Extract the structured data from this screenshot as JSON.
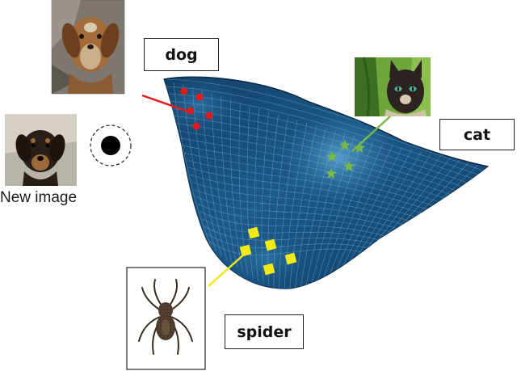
{
  "labels": {
    "dog": "dog",
    "cat": "cat",
    "spider": "spider",
    "new_image": "New image"
  },
  "colors": {
    "surface_dark": "#0d3a60",
    "surface_mid": "#1d5f8e",
    "surface_light": "#3f8dbe",
    "grid": "#8fc2e2",
    "dog_points": "#e41a1c",
    "cat_points": "#76b84a",
    "spider_points": "#f2ea12",
    "new_point": "#000000"
  },
  "icons": {
    "dog_photo": "dog-photo-icon",
    "cat_photo": "cat-photo-icon",
    "spider_photo": "spider-photo-icon",
    "puppy_photo": "puppy-photo-icon",
    "new_point": "target-dot-icon"
  }
}
